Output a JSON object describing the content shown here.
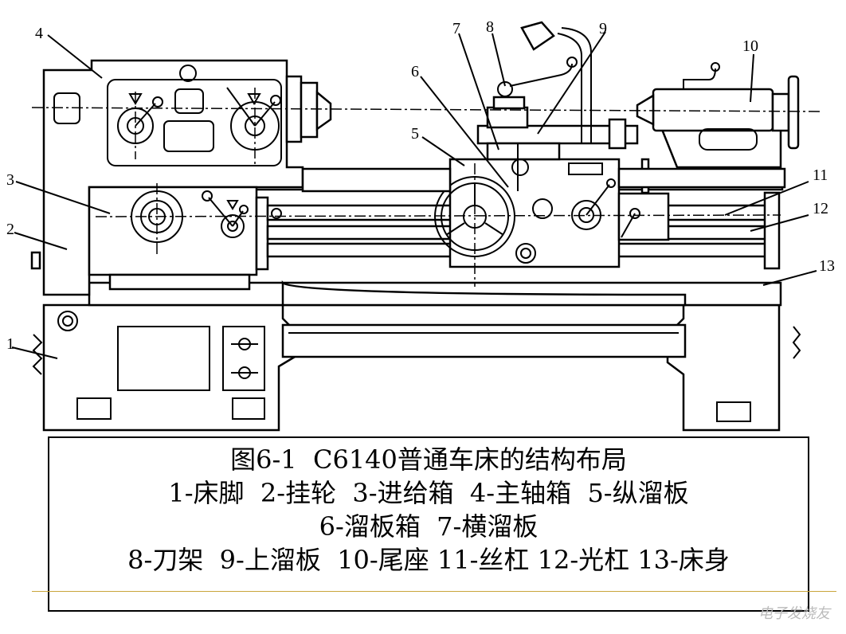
{
  "diagram": {
    "labels": [
      "1",
      "2",
      "3",
      "4",
      "5",
      "6",
      "7",
      "8",
      "9",
      "10",
      "11",
      "12",
      "13"
    ]
  },
  "caption": {
    "title": "图6-1  C6140普通车床的结构布局",
    "line1": "1-床脚  2-挂轮  3-进给箱  4-主轴箱  5-纵溜板",
    "line2": "6-溜板箱  7-横溜板",
    "line3": "8-刀架  9-上溜板  10-尾座 11-丝杠 12-光杠 13-床身"
  },
  "watermark": "电子发烧友"
}
